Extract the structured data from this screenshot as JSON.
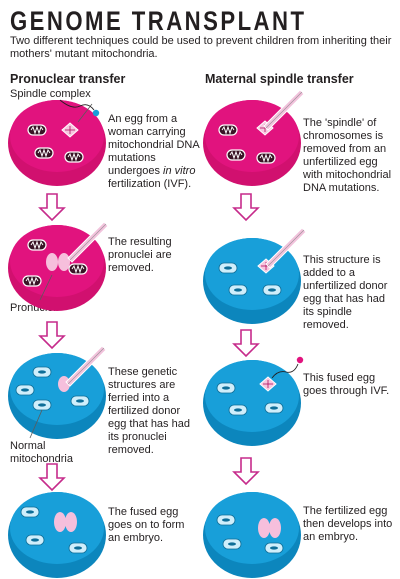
{
  "header": {
    "title": "GENOME TRANSPLANT",
    "subtitle": "Two different techniques could be used to prevent children from inheriting their mothers' mutant mitochondria."
  },
  "colors": {
    "magenta": "#e1137e",
    "cyan": "#189fd9",
    "arrow": "#c62b8b",
    "text": "#231f20"
  },
  "pronuclear": {
    "heading": "Pronuclear transfer",
    "labels": {
      "spindle_complex": "Spindle complex",
      "pronuclei": "Pronuclei",
      "normal_mitochondria": "Normal mitochondria"
    },
    "steps": [
      {
        "pre": "An egg from a woman carrying mitochondrial DNA mutations undergoes ",
        "em": "in vitro",
        "post": " fertilization (IVF)."
      },
      {
        "pre": "The resulting pronuclei are removed.",
        "em": "",
        "post": ""
      },
      {
        "pre": "These genetic structures are ferried into a fertilized donor egg that has had its pronuclei removed.",
        "em": "",
        "post": ""
      },
      {
        "pre": "The fused egg goes on to form an embryo.",
        "em": "",
        "post": ""
      }
    ]
  },
  "spindle": {
    "heading": "Maternal spindle transfer",
    "steps": [
      {
        "pre": "The 'spindle' of chromosomes is removed from an unfertilized egg with mitochondrial DNA mutations.",
        "em": "",
        "post": ""
      },
      {
        "pre": "This structure is added to a unfertilized donor egg that has had its spindle removed.",
        "em": "",
        "post": ""
      },
      {
        "pre": "This fused egg goes through IVF.",
        "em": "",
        "post": ""
      },
      {
        "pre": "The fertilized egg then develops into an embryo.",
        "em": "",
        "post": ""
      }
    ]
  }
}
